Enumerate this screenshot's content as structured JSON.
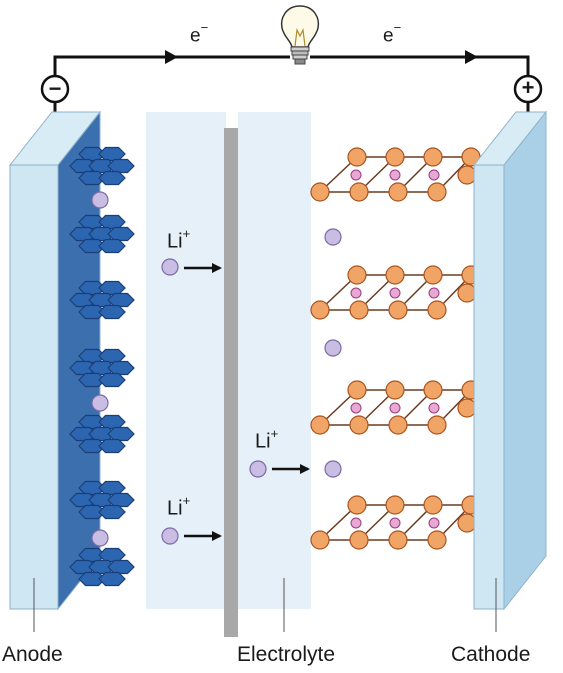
{
  "labels": {
    "anode": "Anode",
    "electrolyte": "Electrolyte",
    "cathode": "Cathode"
  },
  "ions": [
    {
      "base": "Li",
      "sup": "+"
    },
    {
      "base": "Li",
      "sup": "+"
    },
    {
      "base": "Li",
      "sup": "+"
    }
  ],
  "electrons": [
    {
      "base": "e",
      "sup": "−"
    },
    {
      "base": "e",
      "sup": "−"
    }
  ],
  "terminals": {
    "negative": "−",
    "positive": "+"
  },
  "colors": {
    "electrode_face": "#cfe6f3",
    "electrode_side": "#a9d0e6",
    "graphite_fill": "#2d66b0",
    "graphite_stroke": "#1a3f78",
    "electrolyte_zone": "#e6f0f8",
    "separator": "#a8a8a8",
    "lithium": "#c9bde3",
    "metal_atom": "#f0a466",
    "cathode_inner_atom": "#e7a9d4",
    "wire": "#111111"
  },
  "icons": [
    "lightbulb-icon",
    "arrow-right-icon"
  ]
}
